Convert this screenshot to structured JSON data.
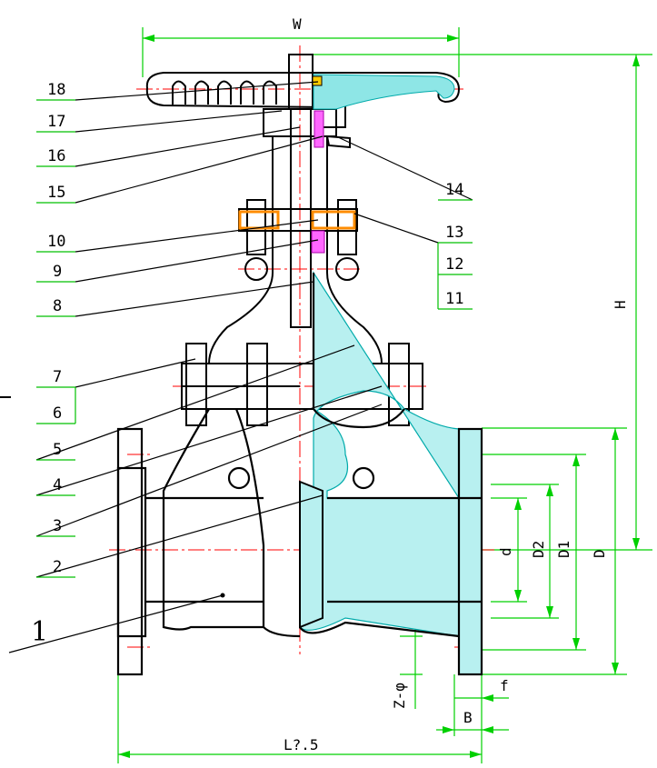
{
  "colors": {
    "leader": "#000000",
    "underline": "#00c000",
    "dimension": "#00d000",
    "centerline": "#ff0000",
    "section_hatch": "#00cccc",
    "outline": "#000000",
    "gland_highlight": "#ff8c00",
    "packing_highlight": "#ff00ff"
  },
  "part_labels_left": [
    {
      "id": "p18",
      "text": "18"
    },
    {
      "id": "p17",
      "text": "17"
    },
    {
      "id": "p16",
      "text": "16"
    },
    {
      "id": "p15",
      "text": "15"
    },
    {
      "id": "p10",
      "text": "10"
    },
    {
      "id": "p9",
      "text": "9"
    },
    {
      "id": "p8",
      "text": "8"
    },
    {
      "id": "p7",
      "text": "7"
    },
    {
      "id": "p6",
      "text": "6"
    },
    {
      "id": "p5",
      "text": "5"
    },
    {
      "id": "p4",
      "text": "4"
    },
    {
      "id": "p3",
      "text": "3"
    },
    {
      "id": "p2",
      "text": "2"
    },
    {
      "id": "p1",
      "text": "1"
    }
  ],
  "part_labels_right": [
    {
      "id": "p14",
      "text": "14"
    },
    {
      "id": "p13",
      "text": "13"
    },
    {
      "id": "p12",
      "text": "12"
    },
    {
      "id": "p11",
      "text": "11"
    }
  ],
  "dimensions": {
    "width": "W",
    "height": "H",
    "length": "L?.5",
    "bore": "d",
    "raised_face": "D2",
    "bolt_circle": "D1",
    "flange_od": "D",
    "bolt_holes": "Z-φ",
    "flange_thickness": "B",
    "face_height": "f"
  }
}
